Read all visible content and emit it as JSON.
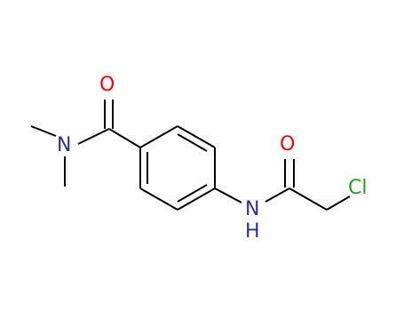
{
  "molecule": {
    "atoms": {
      "oxygen_carbonyl_left": "O",
      "nitrogen_dimethylamide": "N",
      "nitrogen_amide_nh": "N",
      "hydrogen_amide": "H",
      "oxygen_carbonyl_right": "O",
      "chlorine": "Cl"
    },
    "colors": {
      "bond": "#000000",
      "nitrogen": "#2f2f98",
      "oxygen": "#ff0000",
      "chlorine": "#20a020"
    }
  }
}
